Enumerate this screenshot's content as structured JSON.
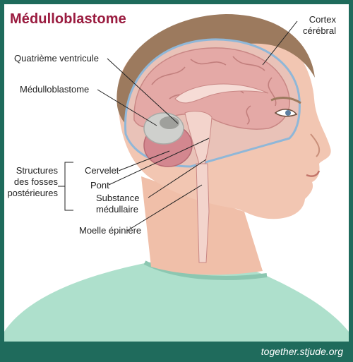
{
  "title": "Médulloblastome",
  "labels": {
    "cortex": "Cortex\ncérébral",
    "fourth_ventricle": "Quatrième ventricule",
    "medulloblastoma": "Médulloblastome",
    "posterior_fossa": "Structures\ndes fosses\npostérieures",
    "cerebellum": "Cervelet",
    "pons": "Pont",
    "medulla": "Substance\nmédullaire",
    "spinal_cord": "Moelle épinière"
  },
  "footer": "together.stjude.org",
  "colors": {
    "title": "#9a1b3f",
    "frame": "#1f6b5c",
    "skin": "#f2c6b2",
    "hair": "#9c7a5e",
    "shirt": "#aee0cc",
    "brain": "#e4a9a6",
    "tumor": "#cfd0cd"
  }
}
